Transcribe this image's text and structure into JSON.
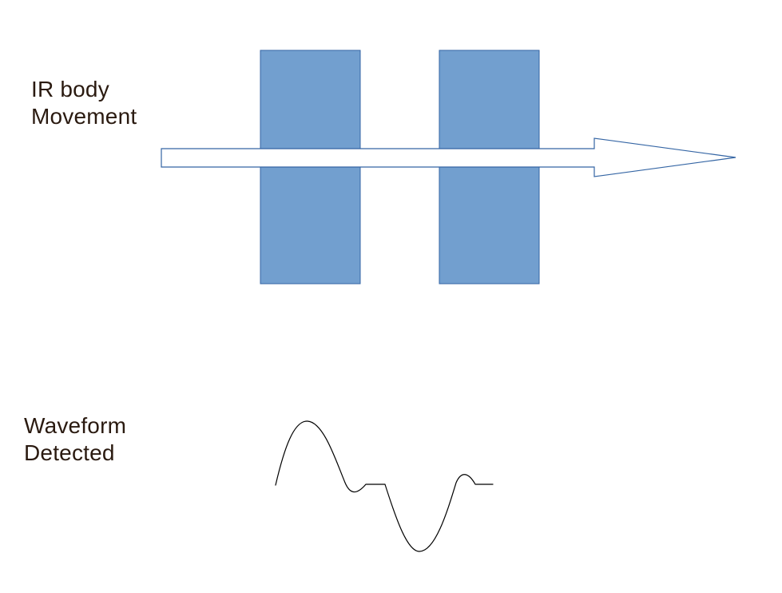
{
  "labels": {
    "ir_body_line1": "IR body",
    "ir_body_line2": "Movement",
    "waveform_line1": "Waveform",
    "waveform_line2": "Detected"
  },
  "colors": {
    "sensor_fill": "#729fcf",
    "sensor_stroke": "#3465a4",
    "arrow_fill": "#ffffff",
    "arrow_stroke": "#3465a4",
    "waveform_stroke": "#000000",
    "text": "#2a1a10"
  },
  "elements": {
    "sensor_count": 2,
    "arrow_direction": "right"
  }
}
